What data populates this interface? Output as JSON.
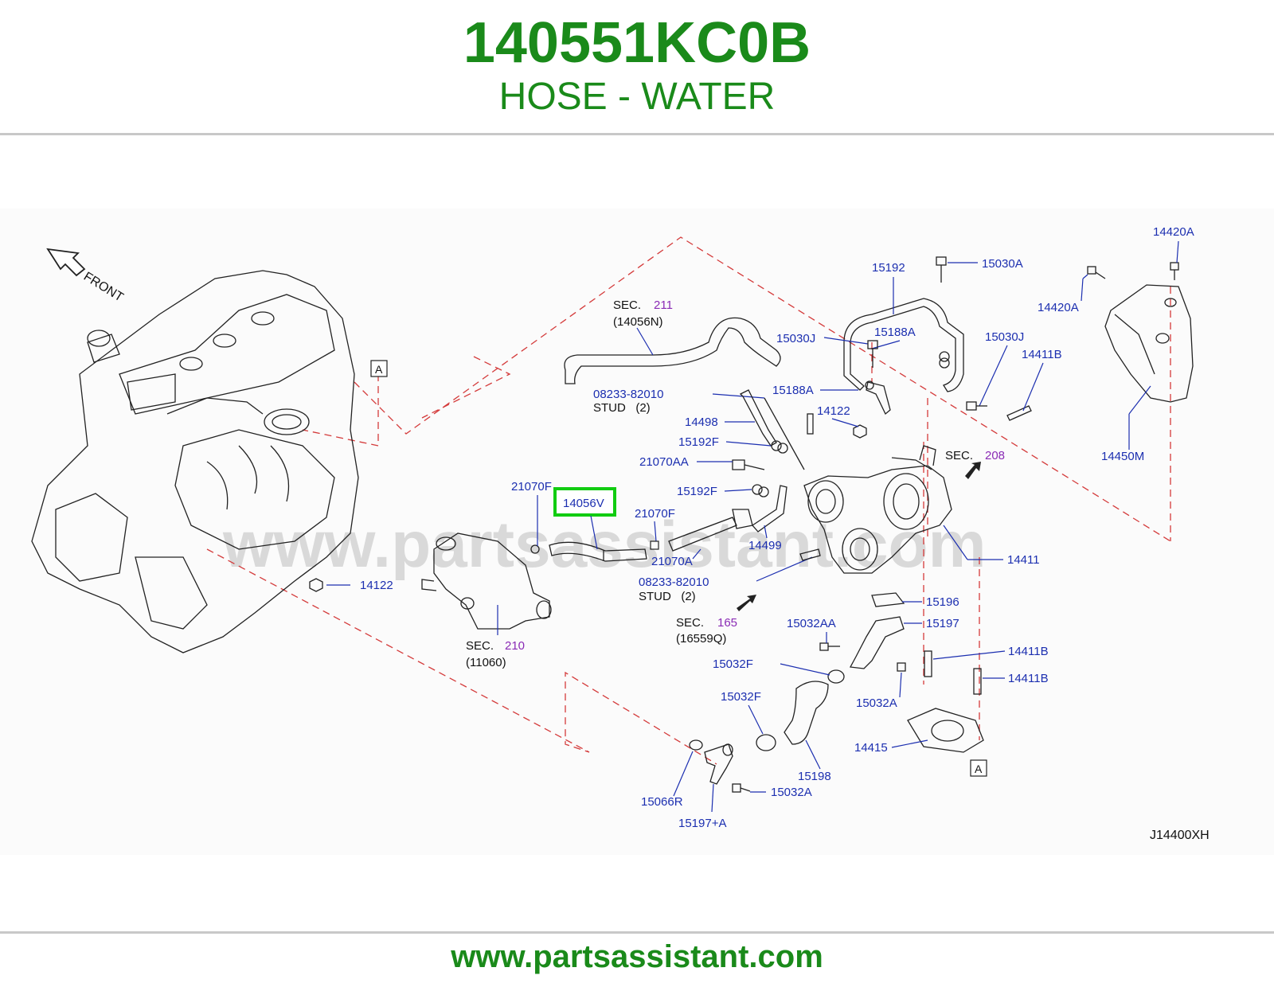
{
  "header": {
    "part_number": "140551KC0B",
    "part_description": "HOSE - WATER"
  },
  "footer": {
    "url": "www.partsassistant.com"
  },
  "diagram": {
    "watermark": "www.partsassistant.com",
    "front_label": "FRONT",
    "diagram_code": "J14400XH",
    "highlighted_part": "14056V",
    "ref_box_label": "A",
    "sec_word": "SEC.",
    "labels": {
      "p14420A_a": "14420A",
      "p14420A_b": "14420A",
      "p15192": "15192",
      "p15030A": "15030A",
      "p15030J_a": "15030J",
      "p15030J_b": "15030J",
      "p15188A_a": "15188A",
      "p15188A_b": "15188A",
      "p14411B_a": "14411B",
      "p14411B_b": "14411B",
      "p14411B_c": "14411B",
      "p14122_a": "14122",
      "p14122_b": "14122",
      "p14498": "14498",
      "p15192F_a": "15192F",
      "p15192F_b": "15192F",
      "p21070AA": "21070AA",
      "p21070F_a": "21070F",
      "p21070F_b": "21070F",
      "p21070A": "21070A",
      "p14499": "14499",
      "p14450M": "14450M",
      "p14411": "14411",
      "p15196": "15196",
      "p15197": "15197",
      "p15032AA": "15032AA",
      "p15032F_a": "15032F",
      "p15032F_b": "15032F",
      "p15032A_a": "15032A",
      "p15032A_b": "15032A",
      "p14415": "14415",
      "p15198": "15198",
      "p15066R": "15066R",
      "p15197A": "15197+A",
      "stud_a_num": "08233-82010",
      "stud_a_txt": "STUD   (2)",
      "stud_b_num": "08233-82010",
      "stud_b_txt": "STUD   (2)"
    },
    "sections": {
      "s211": {
        "num": "211",
        "ref": "(14056N)"
      },
      "s210": {
        "num": "210",
        "ref": "(11060)"
      },
      "s165": {
        "num": "165",
        "ref": "(16559Q)"
      },
      "s208": {
        "num": "208"
      }
    }
  }
}
